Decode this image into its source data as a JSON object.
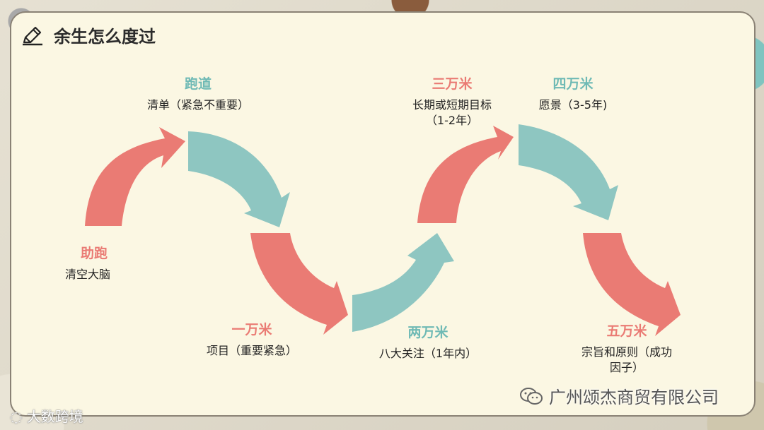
{
  "slide": {
    "title": "余生怎么度过",
    "icon": "pencil-icon"
  },
  "stages": [
    {
      "title": "助跑",
      "desc": [
        "清空大脑"
      ],
      "color": "#ea7b74"
    },
    {
      "title": "跑道",
      "desc": [
        "清单（紧急不重要）"
      ],
      "color": "#8ec6c1"
    },
    {
      "title": "一万米",
      "desc": [
        "项目（重要紧急）"
      ],
      "color": "#ea7b74"
    },
    {
      "title": "两万米",
      "desc": [
        "八大关注（1年内）"
      ],
      "color": "#8ec6c1"
    },
    {
      "title": "三万米",
      "desc": [
        "长期或短期目标",
        "（1-2年）"
      ],
      "color": "#ea7b74"
    },
    {
      "title": "四万米",
      "desc": [
        "愿景（3-5年)"
      ],
      "color": "#8ec6c1"
    },
    {
      "title": "五万米",
      "desc": [
        "宗旨和原则（成功",
        "因子）"
      ],
      "color": "#ea7b74"
    }
  ],
  "footer": {
    "left_watermark": "大数跨境",
    "right_watermark": "广州颂杰商贸有限公司"
  }
}
